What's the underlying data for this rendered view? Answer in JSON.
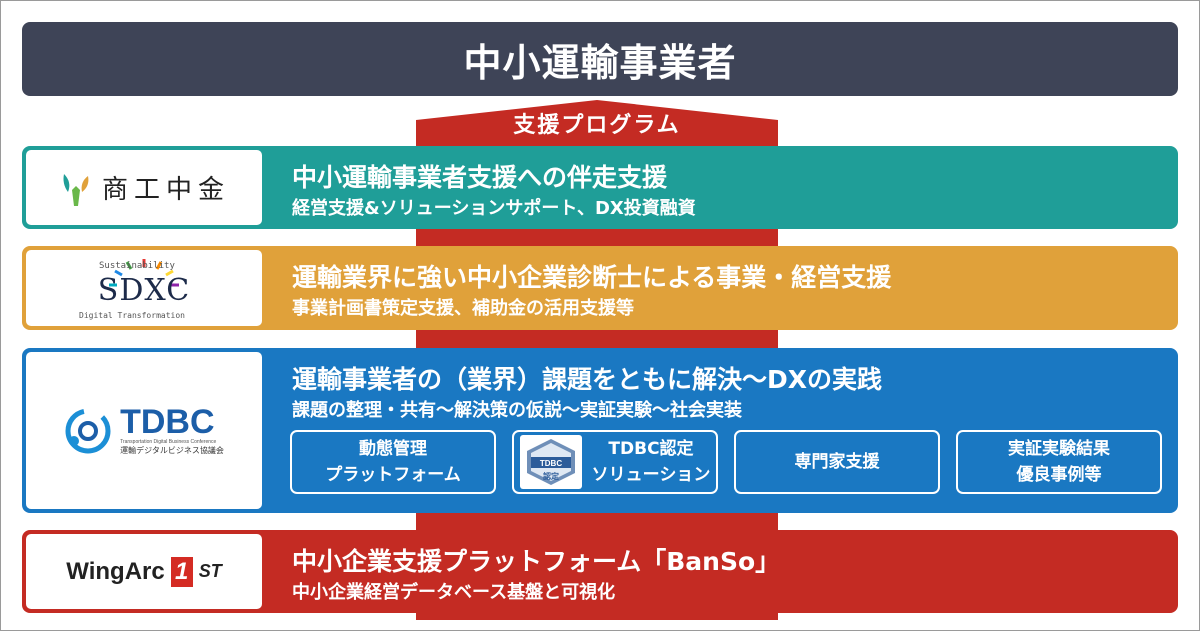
{
  "header": {
    "title": "中小運輸事業者"
  },
  "arrow": {
    "label": "支援プログラム",
    "color": "#c42b23"
  },
  "rows": {
    "shokochukin": {
      "logo_text": "商工中金",
      "title": "中小運輸事業者支援への伴走支援",
      "sub": "経営支援&ソリューションサポート、DX投資融資",
      "color": "#1f9e98"
    },
    "sdxc": {
      "logo_text": "SDXC",
      "logo_top": "Sustainability",
      "logo_bottom": "Digital Transformation",
      "title": "運輸業界に強い中小企業診断士による事業・経営支援",
      "sub": "事業計画書策定支援、補助金の活用支援等",
      "color": "#e0a13a"
    },
    "tdbc": {
      "logo_text": "TDBC",
      "logo_en": "Transportation Digital Business Conference",
      "logo_jp": "運輸デジタルビジネス協議会",
      "title": "運輸事業者の（業界）課題をともに解決〜DXの実践",
      "sub": "課題の整理・共有〜解決策の仮説〜実証実験〜社会実装",
      "color": "#1a78c2",
      "cards": [
        {
          "line1": "動態管理",
          "line2": "プラットフォーム"
        },
        {
          "line1": "TDBC認定",
          "line2": "ソリューション",
          "badge_top": "TDBC",
          "badge_bottom": "認定"
        },
        {
          "line1": "専門家支援",
          "line2": ""
        },
        {
          "line1": "実証実験結果",
          "line2": "優良事例等"
        }
      ]
    },
    "wingarc": {
      "logo_text": "WingArc",
      "logo_one": "1",
      "logo_st": "ST",
      "title": "中小企業支援プラットフォーム「BanSo」",
      "sub": "中小企業経営データベース基盤と可視化",
      "color": "#c42b23"
    }
  }
}
